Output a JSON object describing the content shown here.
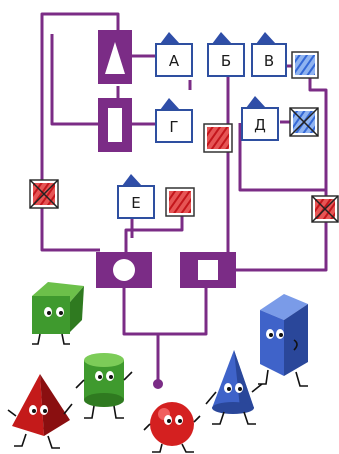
{
  "colors": {
    "wire": "#7b2c86",
    "box_border": "#2e4fa0",
    "roof": "#2f4ea8",
    "red_fill": "#d8232a",
    "blue_fill": "#3c6fd6",
    "green": "#3f8f2c",
    "red": "#d42020",
    "blue": "#3f63c9"
  },
  "boxes": [
    {
      "id": "a",
      "label": "А",
      "content": "empty"
    },
    {
      "id": "b",
      "label": "Б",
      "content": "empty"
    },
    {
      "id": "v",
      "label": "В",
      "content": "empty"
    },
    {
      "id": "g",
      "label": "Г",
      "content": "empty"
    },
    {
      "id": "d",
      "label": "Д",
      "content": "empty"
    },
    {
      "id": "e",
      "label": "Е",
      "content": "empty"
    }
  ],
  "marker_squares": [
    {
      "id": "after-v",
      "fill": "blue-scribble",
      "crossed": false
    },
    {
      "id": "after-d",
      "fill": "blue-scribble",
      "crossed": true
    },
    {
      "id": "under-b",
      "fill": "red-scribble",
      "crossed": false
    },
    {
      "id": "after-e",
      "fill": "red-scribble",
      "crossed": false
    },
    {
      "id": "left-wire",
      "fill": "red-scribble",
      "crossed": true
    },
    {
      "id": "right-wire",
      "fill": "red-scribble",
      "crossed": true
    }
  ],
  "blocks": [
    {
      "id": "top-left",
      "shape": "triangle"
    },
    {
      "id": "mid-left",
      "shape": "rectangle"
    },
    {
      "id": "bottom-left",
      "shape": "circle"
    },
    {
      "id": "bottom-right",
      "shape": "square"
    }
  ],
  "characters": [
    {
      "id": "cube",
      "shape": "cube",
      "color": "green"
    },
    {
      "id": "pyramid",
      "shape": "pyramid",
      "color": "red"
    },
    {
      "id": "cylinder",
      "shape": "cylinder",
      "color": "green"
    },
    {
      "id": "ball",
      "shape": "sphere",
      "color": "red"
    },
    {
      "id": "cone",
      "shape": "cone",
      "color": "blue"
    },
    {
      "id": "prism",
      "shape": "prism",
      "color": "blue"
    }
  ]
}
